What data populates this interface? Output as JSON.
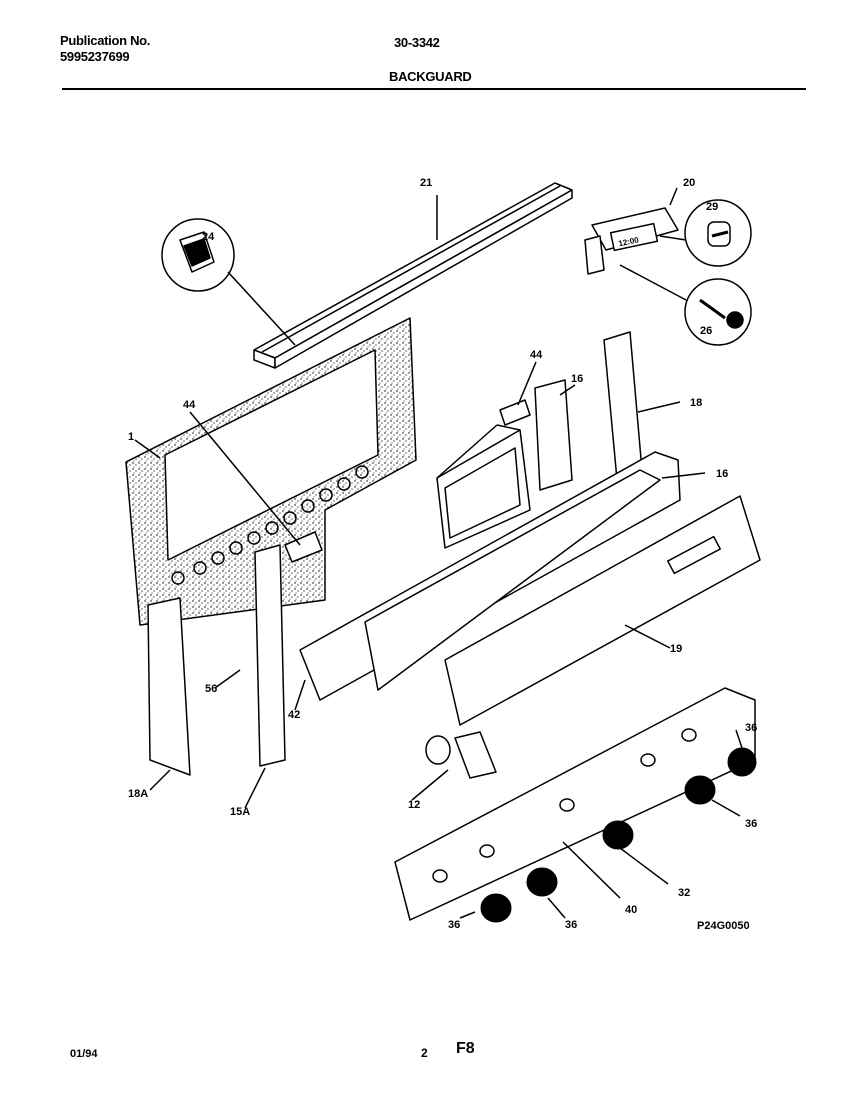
{
  "header": {
    "publication_label": "Publication No.",
    "publication_number": "5995237699",
    "page_code": "30-3342",
    "section_title": "BACKGUARD"
  },
  "footer": {
    "date": "01/94",
    "page_number": "2",
    "section_code": "F8"
  },
  "diagram": {
    "drawing_number": "P24G0050",
    "callouts": {
      "c21": "21",
      "c20": "20",
      "c24": "24",
      "c29": "29",
      "c26": "26",
      "c44a": "44",
      "c44b": "44",
      "c16a": "16",
      "c18": "18",
      "c16b": "16",
      "c1": "1",
      "c19": "19",
      "c56": "56",
      "c42": "42",
      "c18a": "18A",
      "c15a": "15A",
      "c12": "12",
      "c40": "40",
      "c32": "32",
      "c36a": "36",
      "c36b": "36",
      "c36c": "36",
      "c36d": "36"
    },
    "clock_display": "12:00"
  }
}
